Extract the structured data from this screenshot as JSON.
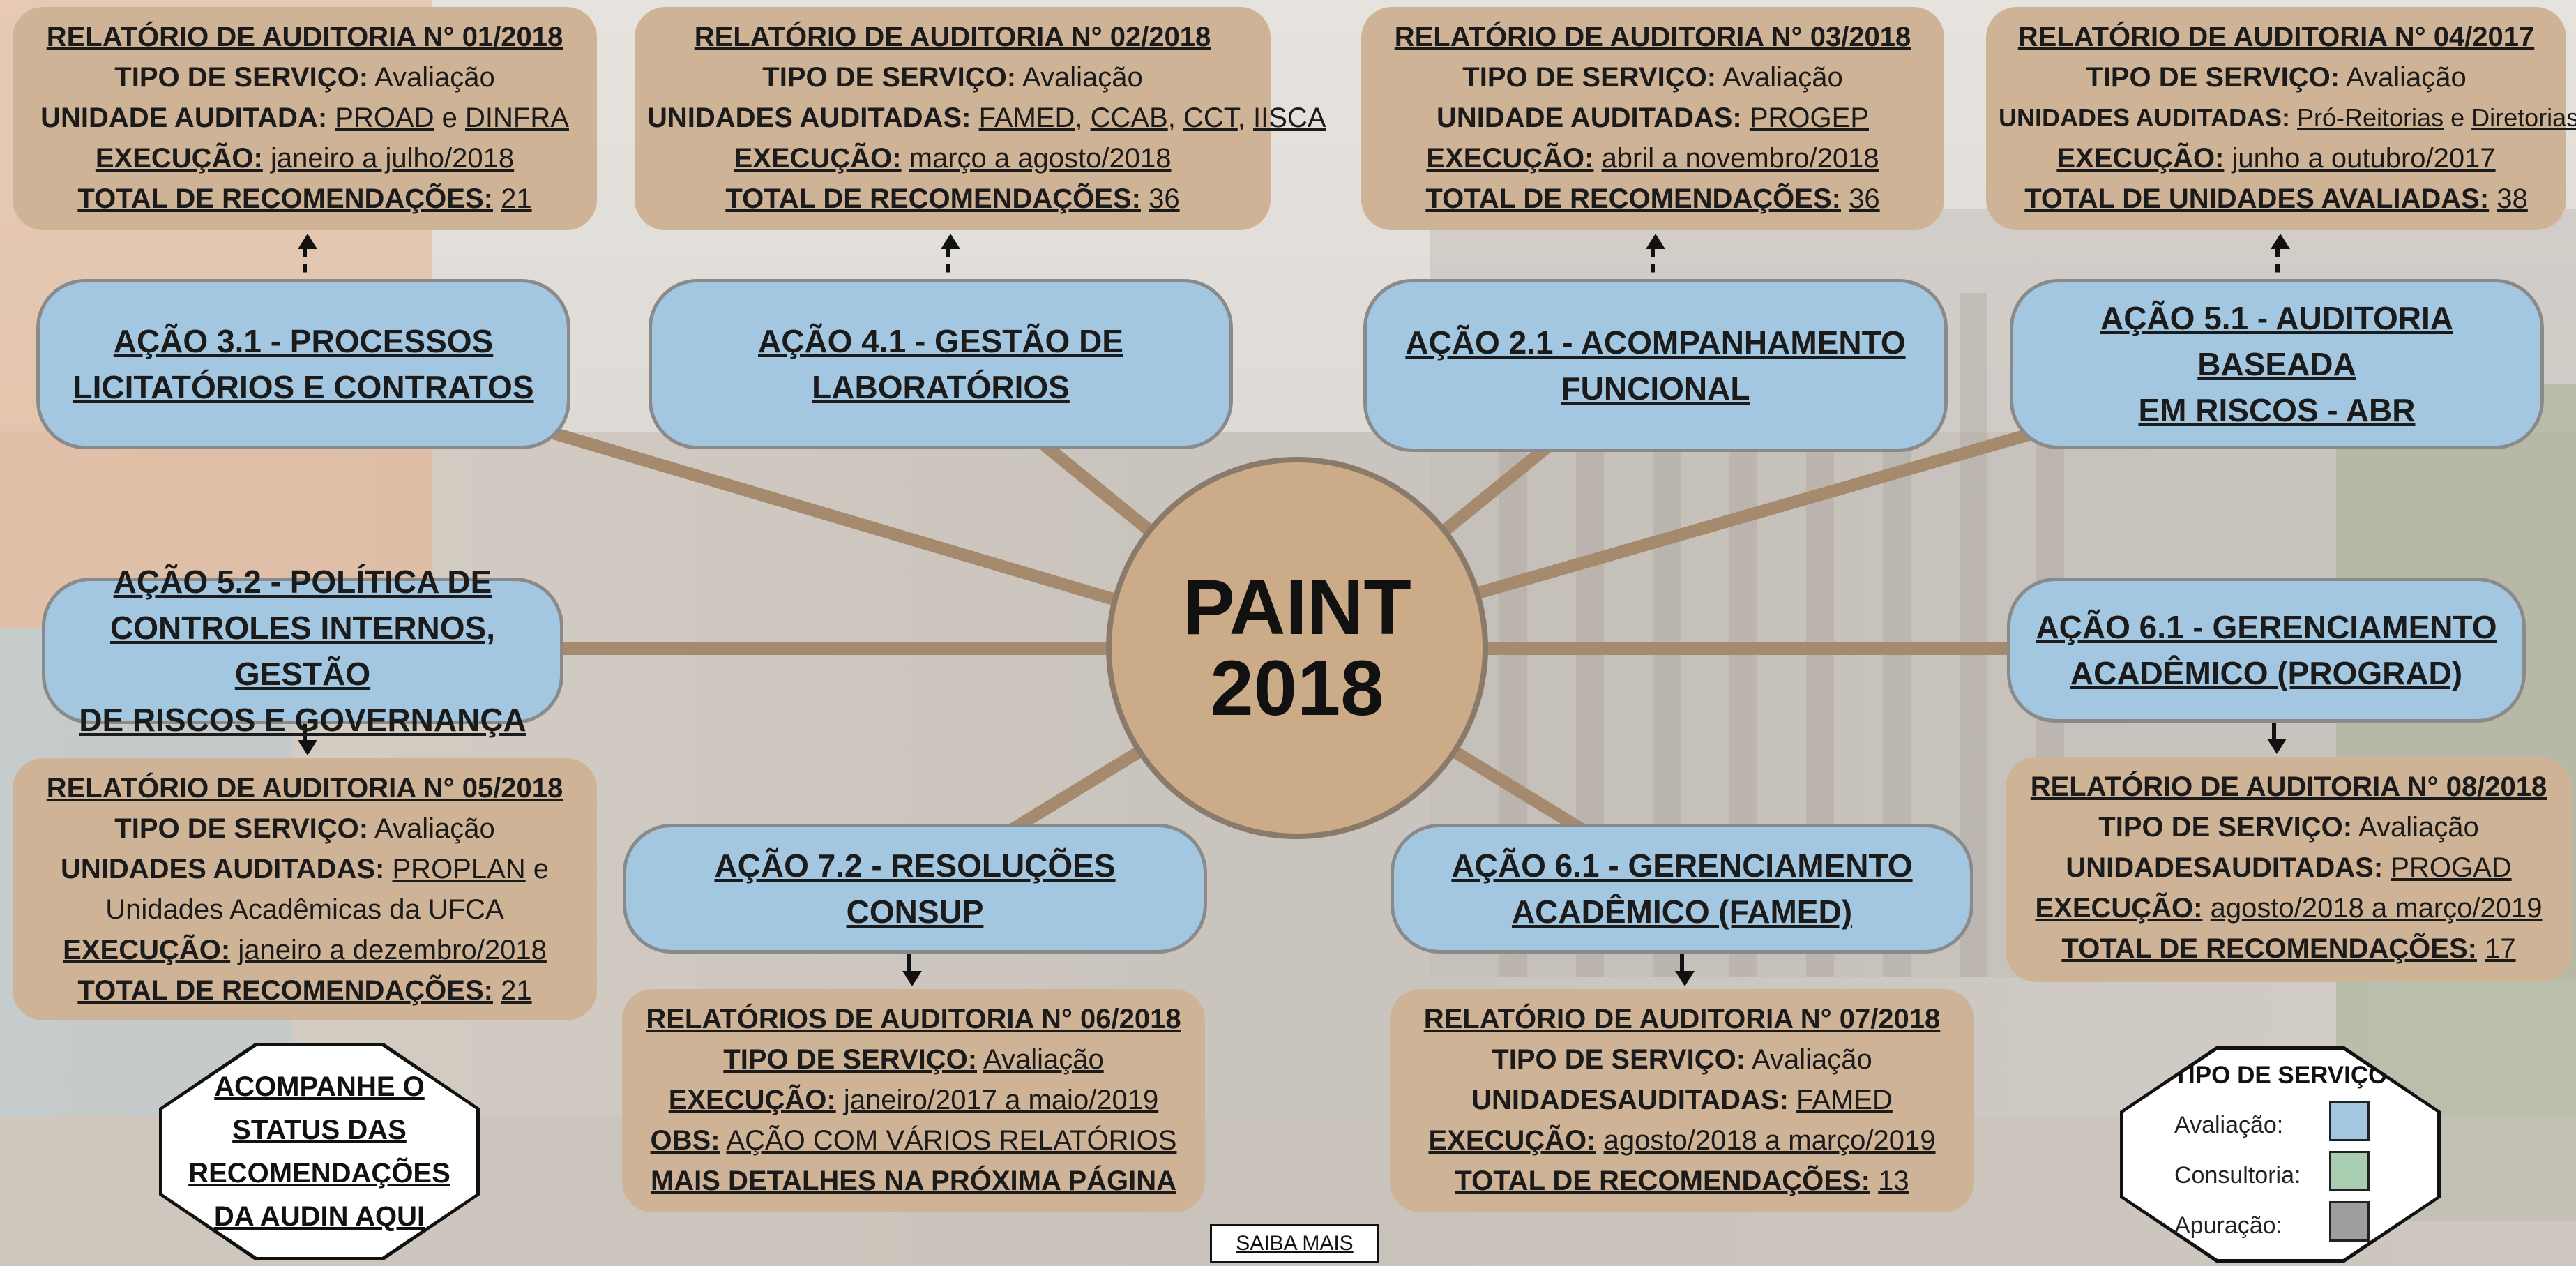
{
  "center": {
    "line1": "PAINT",
    "line2": "2018"
  },
  "colors": {
    "report_box": "#cfb396",
    "action_box": "#a3c7e0",
    "center_circle": "#ccab88",
    "legend_avaliacao": "#a3c7e0",
    "legend_consultoria": "#a8cdb0",
    "legend_apuracao": "#9e9e9e"
  },
  "actions": [
    {
      "line1": "AÇÃO 3.1 - PROCESSOS",
      "line2": "LICITATÓRIOS E CONTRATOS"
    },
    {
      "line1": "AÇÃO 4.1 - GESTÃO DE",
      "line2": "LABORATÓRIOS"
    },
    {
      "line1": "AÇÃO 2.1 - ACOMPANHAMENTO",
      "line2": "FUNCIONAL"
    },
    {
      "line1": "AÇÃO 5.1 - AUDITORIA BASEADA",
      "line2": "EM RISCOS - ABR"
    },
    {
      "line1": "AÇÃO 5.2 - POLÍTICA DE",
      "line2": "CONTROLES INTERNOS, GESTÃO",
      "line3": "DE RISCOS E GOVERNANÇA"
    },
    {
      "line1": "AÇÃO 6.1 - GERENCIAMENTO",
      "line2": "ACADÊMICO (PROGRAD)"
    },
    {
      "line1": "AÇÃO 7.2 - RESOLUÇÕES",
      "line2": "CONSUP"
    },
    {
      "line1": "AÇÃO 6.1 - GERENCIAMENTO",
      "line2": "ACADÊMICO (FAMED)"
    }
  ],
  "reports": {
    "r01": {
      "title": "RELATÓRIO DE AUDITORIA N° 01/2018",
      "tipo_label": "TIPO DE SERVIÇO:",
      "tipo_value": "Avaliação",
      "unidade_label": "UNIDADE AUDITADA:",
      "unidade_a": "PROAD",
      "conj": "e",
      "unidade_b": "DINFRA",
      "execucao_label": "EXECUÇÃO:",
      "execucao_value": "janeiro a julho/2018",
      "total_label": "TOTAL DE RECOMENDAÇÕES:",
      "total_value": "21"
    },
    "r02": {
      "title": "RELATÓRIO DE AUDITORIA N° 02/2018",
      "tipo_label": "TIPO DE SERVIÇO:",
      "tipo_value": "Avaliação",
      "unidade_label": "UNIDADES AUDITADAS:",
      "u1": "FAMED",
      "u2": "CCAB",
      "u3": "CCT",
      "u4": "IISCA",
      "sep": ",",
      "execucao_label": "EXECUÇÃO:",
      "execucao_value": "março a agosto/2018",
      "total_label": "TOTAL DE RECOMENDAÇÕES:",
      "total_value": "36"
    },
    "r03": {
      "title": "RELATÓRIO DE AUDITORIA N° 03/2018",
      "tipo_label": "TIPO DE SERVIÇO:",
      "tipo_value": "Avaliação",
      "unidade_label": "UNIDADE AUDITADAS:",
      "unidade_value": "PROGEP",
      "execucao_label": "EXECUÇÃO:",
      "execucao_value": "abril a novembro/2018",
      "total_label": "TOTAL DE RECOMENDAÇÕES:",
      "total_value": "36"
    },
    "r04": {
      "title": "RELATÓRIO DE AUDITORIA N° 04/2017",
      "tipo_label": "TIPO DE SERVIÇO:",
      "tipo_value": "Avaliação",
      "unidade_label": "UNIDADES AUDITADAS:",
      "unidade_a": "Pró-Reitorias",
      "conj": "e",
      "unidade_b": "Diretorias",
      "execucao_label": "EXECUÇÃO:",
      "execucao_value": "junho a outubro/2017",
      "total_label": "TOTAL DE UNIDADES AVALIADAS:",
      "total_value": "38"
    },
    "r05": {
      "title": "RELATÓRIO DE AUDITORIA N° 05/2018",
      "tipo_label": "TIPO DE SERVIÇO:",
      "tipo_value": "Avaliação",
      "unidade_label": "UNIDADES AUDITADAS:",
      "unidade_a": "PROPLAN",
      "conj": "e",
      "unidade_cont": "Unidades Acadêmicas da UFCA",
      "execucao_label": "EXECUÇÃO:",
      "execucao_value": "janeiro a dezembro/2018",
      "total_label": "TOTAL DE RECOMENDAÇÕES:",
      "total_value": "21"
    },
    "r06": {
      "title": "RELATÓRIOS DE AUDITORIA N° 06/2018",
      "tipo_label": "TIPO DE SERVIÇO:",
      "tipo_value": "Avaliação",
      "execucao_label": "EXECUÇÃO:",
      "execucao_value": "janeiro/2017 a maio/2019",
      "obs_label": "OBS:",
      "obs_value": "AÇÃO COM VÁRIOS RELATÓRIOS",
      "more": "MAIS DETALHES NA PRÓXIMA PÁGINA"
    },
    "r07": {
      "title": "RELATÓRIO DE AUDITORIA N° 07/2018",
      "tipo_label": "TIPO DE SERVIÇO:",
      "tipo_value": "Avaliação",
      "unidade_label": "UNIDADESAUDITADAS:",
      "unidade_value": "FAMED",
      "execucao_label": "EXECUÇÃO:",
      "execucao_value": "agosto/2018 a março/2019",
      "total_label": "TOTAL DE RECOMENDAÇÕES:",
      "total_value": "13"
    },
    "r08": {
      "title": "RELATÓRIO DE AUDITORIA N° 08/2018",
      "tipo_label": "TIPO DE SERVIÇO:",
      "tipo_value": "Avaliação",
      "unidade_label": "UNIDADESAUDITADAS:",
      "unidade_value": "PROGAD",
      "execucao_label": "EXECUÇÃO:",
      "execucao_value": "agosto/2018 a março/2019",
      "total_label": "TOTAL DE RECOMENDAÇÕES:",
      "total_value": "17"
    }
  },
  "follow_link": {
    "line1": "ACOMPANHE O",
    "line2": "STATUS DAS",
    "line3": "RECOMENDAÇÕES",
    "line4": "DA AUDIN AQUI"
  },
  "legend": {
    "title": "TIPO DE SERVIÇO",
    "items": [
      {
        "label": "Avaliação:"
      },
      {
        "label": "Consultoria:"
      },
      {
        "label": "Apuração:"
      }
    ]
  },
  "saiba_mais": "SAIBA MAIS"
}
